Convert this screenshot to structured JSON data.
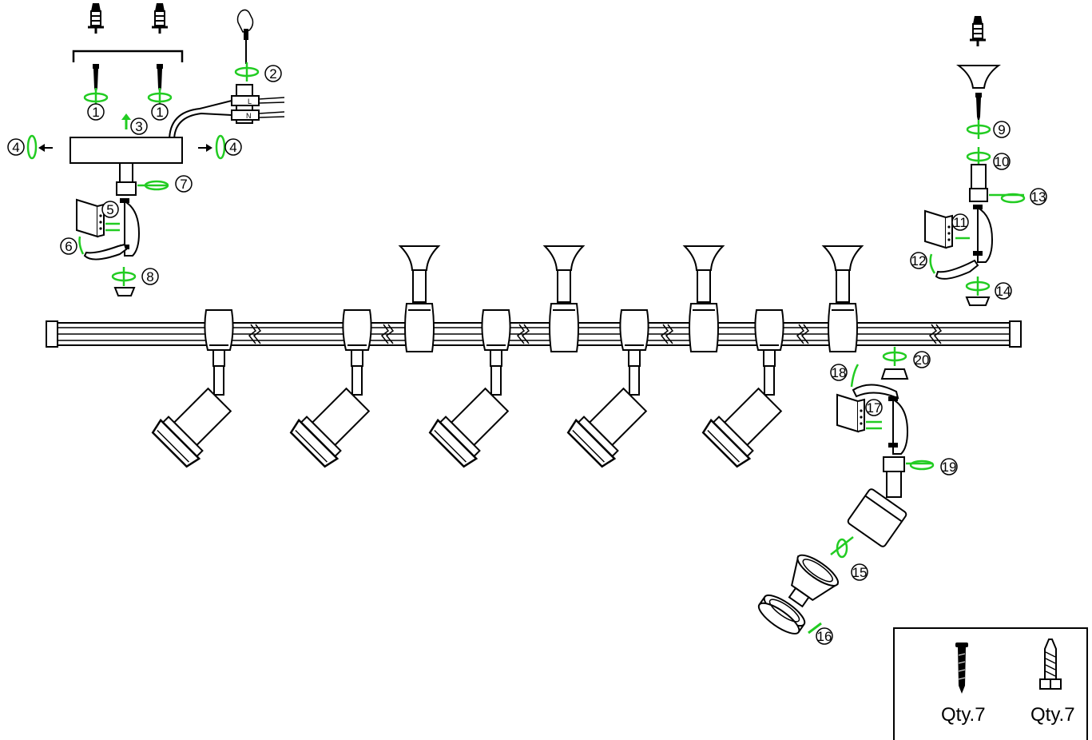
{
  "colors": {
    "line": "#000000",
    "accent": "#22cc22",
    "paper": "#ffffff"
  },
  "labels": {
    "ceiling_screw_left": "1",
    "ceiling_screw_right": "1",
    "wire_connector": "2",
    "canopy_lift": "3",
    "canopy_screw_left": "4",
    "canopy_screw_right": "4",
    "bracket_clip_left": "5",
    "bracket_arm_left": "6",
    "bracket_swivel_left": "7",
    "cap_left": "8",
    "ceiling_screw_top_right": "9",
    "stem_top_right": "10",
    "bracket_clip_right": "11",
    "bracket_arm_right": "12",
    "bracket_swivel_right": "13",
    "cap_right": "14",
    "bulb": "15",
    "lamp_ring": "16",
    "spot_clip": "17",
    "spot_arm": "18",
    "spot_swivel": "19",
    "spot_cap": "20"
  },
  "parts_box": {
    "items": [
      {
        "icon": "screw-icon",
        "qty": "Qty.7"
      },
      {
        "icon": "wall-plug-icon",
        "qty": "Qty.7"
      }
    ]
  },
  "lines": {
    "live": "L",
    "neutral": "N"
  }
}
